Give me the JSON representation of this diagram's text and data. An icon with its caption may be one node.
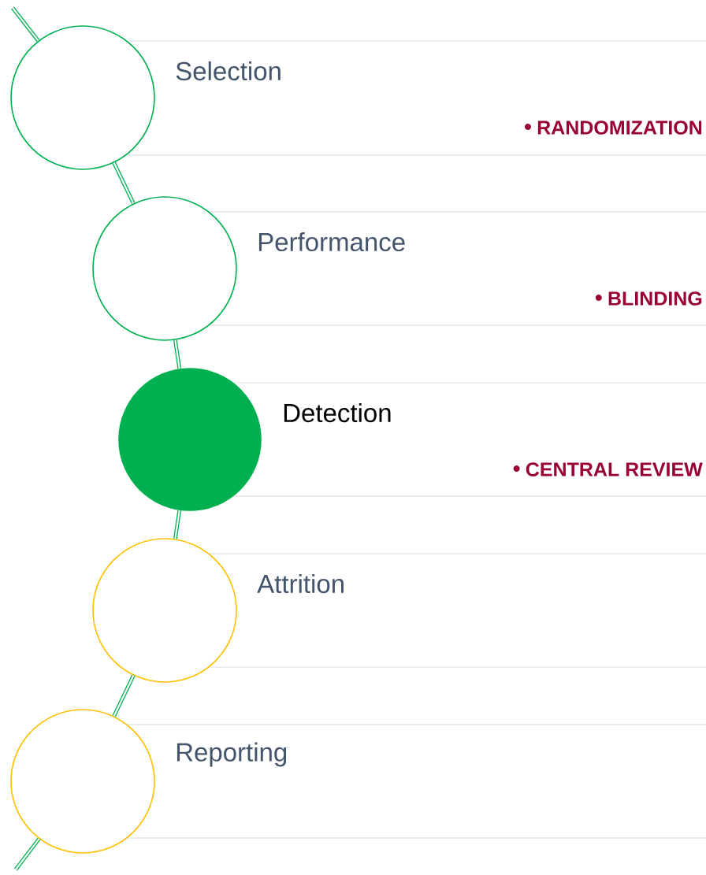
{
  "diagram": {
    "nodes": [
      {
        "text": [],
        "shape": "circle"
      },
      {
        "text": [
          "Selection",
          "RANDOMIZATION"
        ]
      },
      {
        "text": [],
        "shape": "circle"
      },
      {
        "text": [
          "Performance",
          "BLINDING"
        ]
      },
      {
        "text": [],
        "shape": "circle"
      },
      {
        "text": [
          "Detection",
          "CENTRAL REVIEW"
        ]
      },
      {
        "text": [],
        "shape": "circle"
      },
      {
        "text": [
          "Attrition"
        ]
      },
      {
        "text": [],
        "shape": "circle"
      },
      {
        "text": [
          "Reporting"
        ]
      }
    ],
    "edges": [
      {
        "from": null,
        "to": 0,
        "arrow": "none"
      },
      {
        "from": 0,
        "to": 2,
        "arrow": "none"
      },
      {
        "from": 2,
        "to": 4,
        "arrow": "none"
      },
      {
        "from": 4,
        "to": 6,
        "arrow": "none"
      },
      {
        "from": 6,
        "to": 8,
        "arrow": "none"
      },
      {
        "from": 8,
        "to": null,
        "arrow": "none"
      }
    ]
  }
}
